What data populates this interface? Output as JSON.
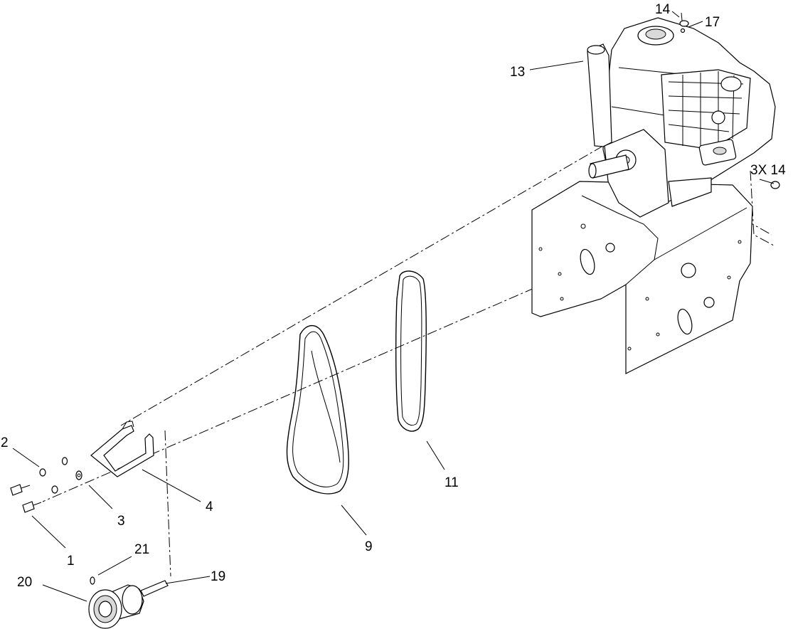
{
  "callouts": {
    "c1": "1",
    "c2": "2",
    "c3": "3",
    "c4": "4",
    "c9": "9",
    "c11": "11",
    "c13": "13",
    "c14_top": "14",
    "c17": "17",
    "c3x14": "3X 14",
    "c19": "19",
    "c20": "20",
    "c21": "21"
  }
}
